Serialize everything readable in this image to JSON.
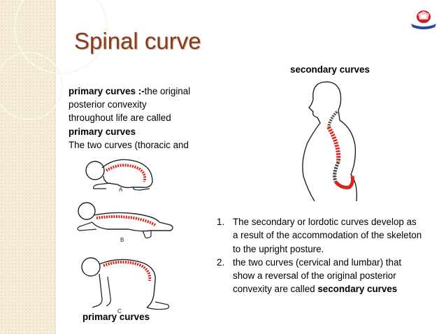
{
  "slide": {
    "title": "Spinal curve",
    "primary_text": {
      "term": "primary curves :-",
      "line1_rest": "the original",
      "line2": "posterior convexity",
      "line3": "throughout life are called",
      "line4_bold": "primary curves",
      "line5": "The two curves (thoracic and"
    },
    "secondary_label": "secondary curves",
    "primary_label": "primary curves",
    "figure_letters": [
      "A",
      "B",
      "C"
    ],
    "list": [
      {
        "num": "1.",
        "text": "The secondary or lordotic curves develop as a result of the accommodation of the skeleton to the upright posture."
      },
      {
        "num": "2.",
        "text_plain": "the two curves (cervical and lumbar) that show a reversal of the original posterior convexity are called ",
        "text_bold": "secondary curves"
      }
    ],
    "colors": {
      "title": "#8a3a1e",
      "spine": "#d8241c",
      "band": "#f6edd8"
    }
  }
}
